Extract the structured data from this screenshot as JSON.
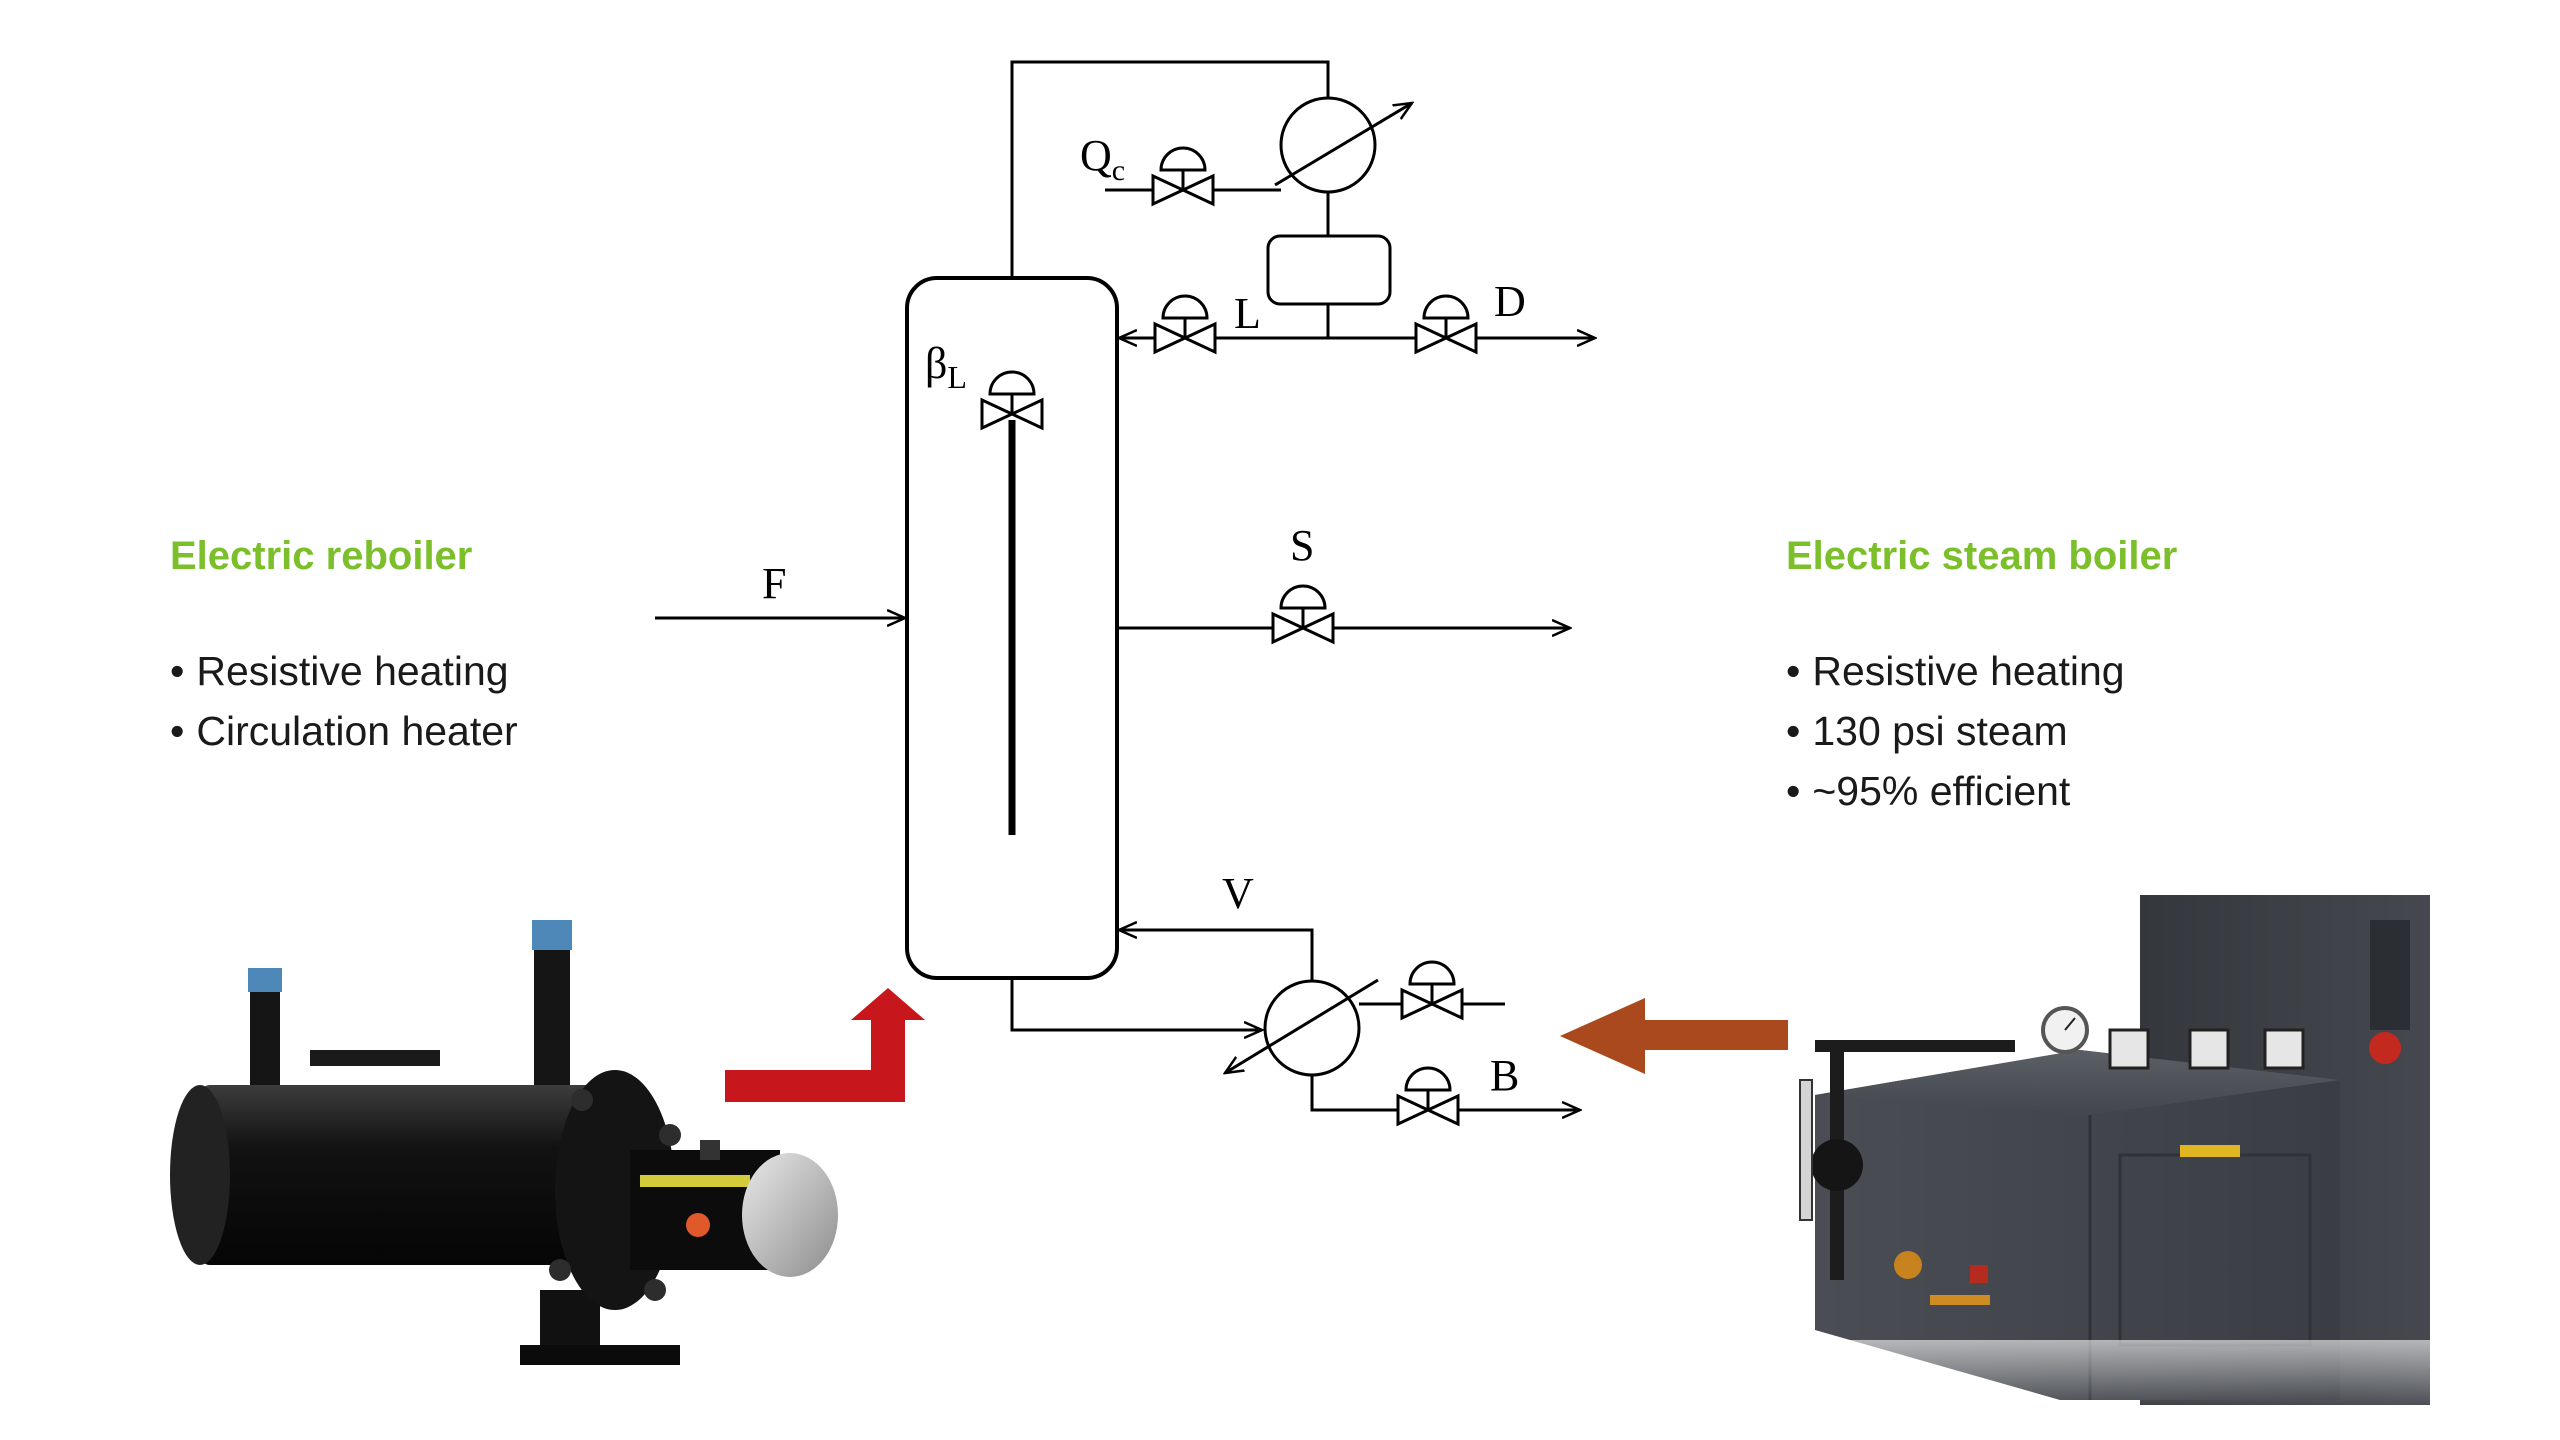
{
  "colors": {
    "accent_green": "#7bbf2a",
    "red_arrow": "#c8171c",
    "brown_arrow": "#a9491d",
    "line": "#000000"
  },
  "left_panel": {
    "title": "Electric reboiler",
    "bullets": [
      "Resistive heating",
      "Circulation heater"
    ]
  },
  "right_panel": {
    "title": "Electric steam boiler",
    "bullets": [
      "Resistive heating",
      "130 psi steam",
      "~95% efficient"
    ]
  },
  "diagram": {
    "labels": {
      "condenser_duty": "Q",
      "condenser_duty_sub": "c",
      "reflux": "L",
      "distillate": "D",
      "beta": "β",
      "beta_sub": "L",
      "side_draw": "S",
      "feed": "F",
      "vapor": "V",
      "bottoms": "B"
    },
    "icons": [
      "control-valve-icon",
      "heat-exchanger-icon",
      "reflux-drum-icon",
      "distillation-column-icon",
      "flow-arrow-icon"
    ]
  },
  "images": {
    "reboiler": "electric-reboiler-photo",
    "steam_boiler": "electric-steam-boiler-photo"
  }
}
